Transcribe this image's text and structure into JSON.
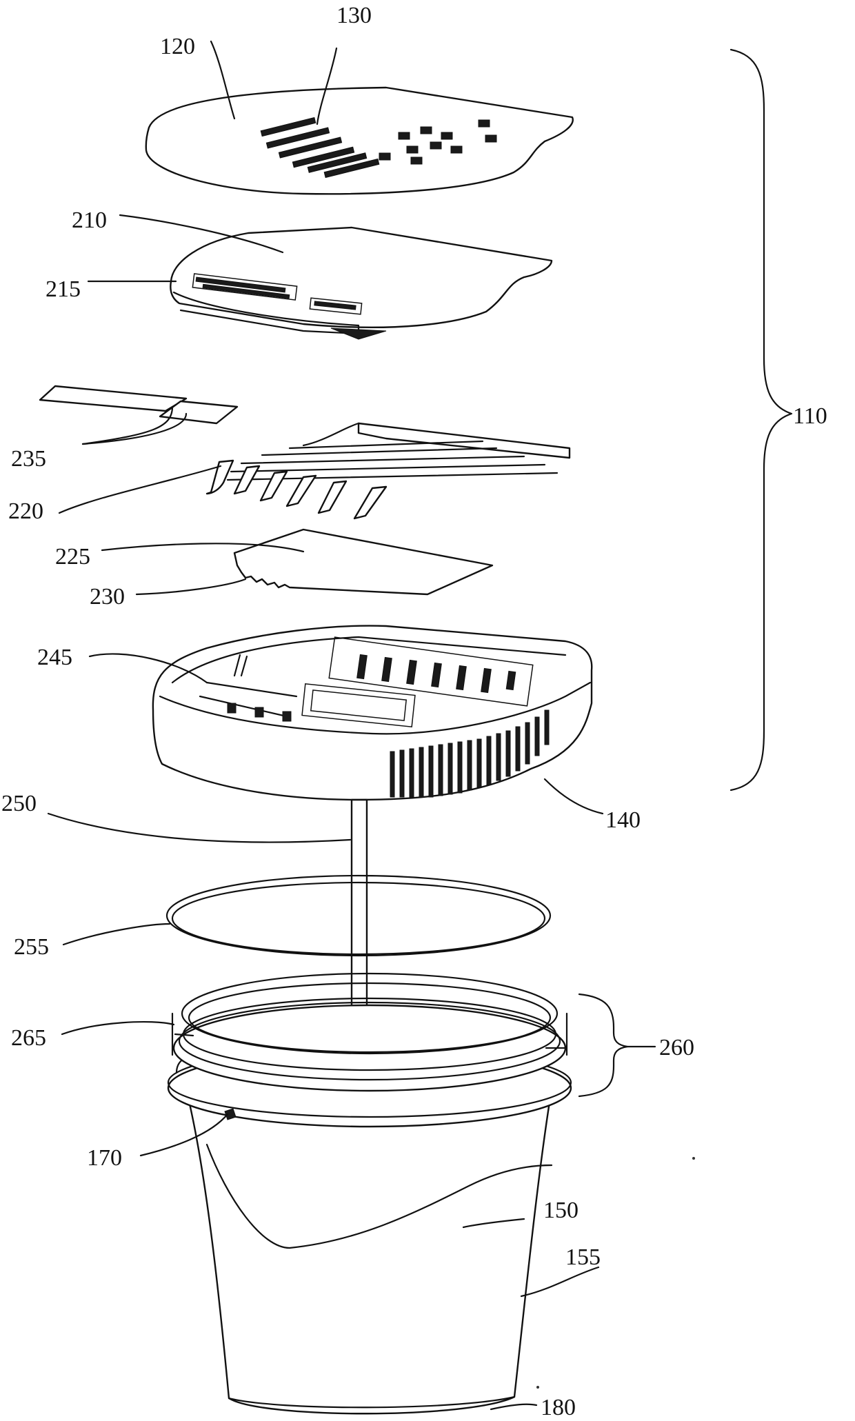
{
  "labels": {
    "r110": "110",
    "r120": "120",
    "r130": "130",
    "r140": "140",
    "r150": "150",
    "r155": "155",
    "r170": "170",
    "r180": "180",
    "r210": "210",
    "r215": "215",
    "r220": "220",
    "r225": "225",
    "r230": "230",
    "r235": "235",
    "r245": "245",
    "r250": "250",
    "r255": "255",
    "r260": "260",
    "r265": "265"
  }
}
